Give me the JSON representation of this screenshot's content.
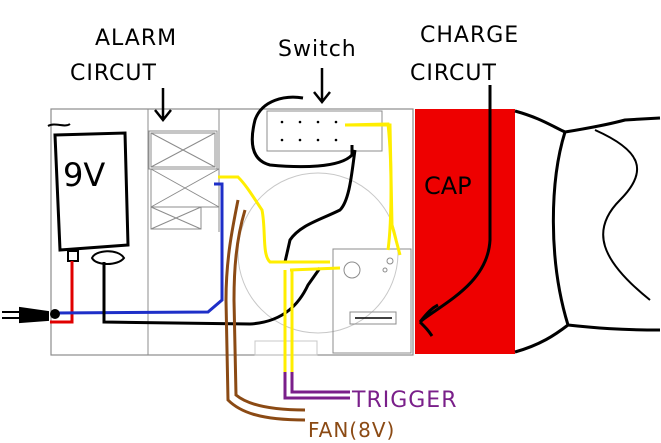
{
  "labels": {
    "alarm_line1": "ALARM",
    "alarm_line2": "CIRCUT",
    "switch": "Switch",
    "charge_line1": "CHARGE",
    "charge_line2": "CIRCUT",
    "battery": "9V",
    "cap": "CAP",
    "trigger": "TRIGGER",
    "fan": "FAN(8V)"
  },
  "colors": {
    "cap_fill": "#ee0000",
    "wire_yellow": "#ffee00",
    "wire_blue": "#1e2fc8",
    "wire_red": "#e00000",
    "wire_brown": "#8b4a14",
    "wire_purple": "#7a1f8a",
    "wire_black": "#000000",
    "outline_gray": "#8c8c8c"
  }
}
